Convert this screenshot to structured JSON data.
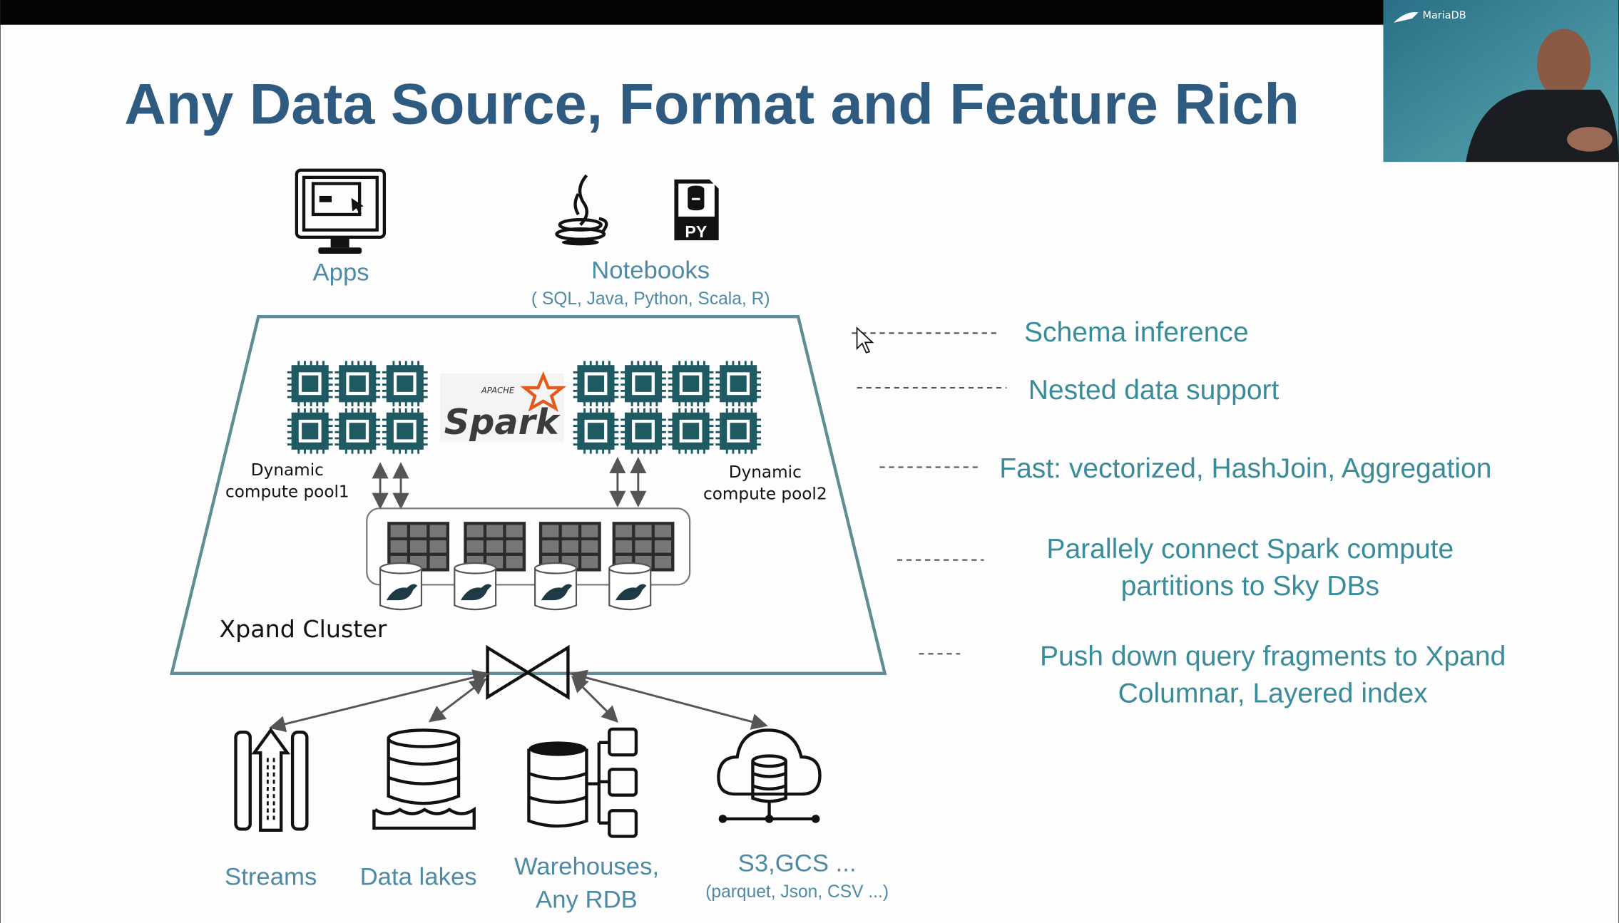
{
  "slide": {
    "title": "Any Data Source, Format and Feature Rich",
    "apps_label": "Apps",
    "notebooks_label": "Notebooks",
    "notebooks_sub": "( SQL, Java, Python, Scala, R)",
    "py_badge": "PY",
    "spark_apache": "APACHE",
    "spark_label": "Spark",
    "pool1": [
      "Dynamic",
      "compute pool1"
    ],
    "pool2": [
      "Dynamic",
      "compute pool2"
    ],
    "cluster_label": "Xpand Cluster",
    "sources": [
      {
        "icon": "streams-icon",
        "lines": [
          "Streams"
        ]
      },
      {
        "icon": "data-lake-icon",
        "lines": [
          "Data lakes"
        ]
      },
      {
        "icon": "warehouse-icon",
        "lines": [
          "Warehouses,",
          "Any RDB"
        ]
      },
      {
        "icon": "cloud-storage-icon",
        "lines": [
          "S3,GCS ...",
          "(parquet, Json, CSV ...)"
        ]
      }
    ],
    "features": [
      {
        "lines": [
          "Schema inference"
        ]
      },
      {
        "lines": [
          "Nested data support"
        ]
      },
      {
        "lines": [
          "Fast: vectorized, HashJoin, Aggregation"
        ]
      },
      {
        "lines": [
          "Parallely connect Spark compute",
          "partitions to Sky DBs"
        ]
      },
      {
        "lines": [
          "Push down query fragments to Xpand",
          "Columnar, Layered index"
        ]
      }
    ]
  },
  "webcam": {
    "brand": "MariaDB"
  },
  "colors": {
    "title": "#2f5b80",
    "label": "#4f8aa3",
    "feature": "#3a8c99",
    "trapezoid": "#5f8c95",
    "chip": "#1f5a63"
  }
}
